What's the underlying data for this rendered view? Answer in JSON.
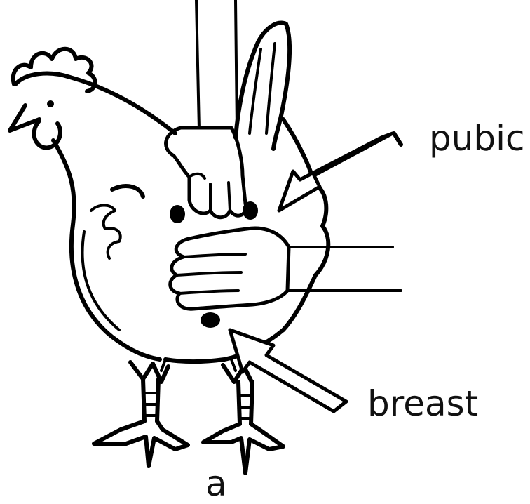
{
  "labels": {
    "pubic": "pubic",
    "breast": "breast",
    "caption": "a"
  },
  "colors": {
    "ink": "#000000",
    "background": "#ffffff"
  }
}
